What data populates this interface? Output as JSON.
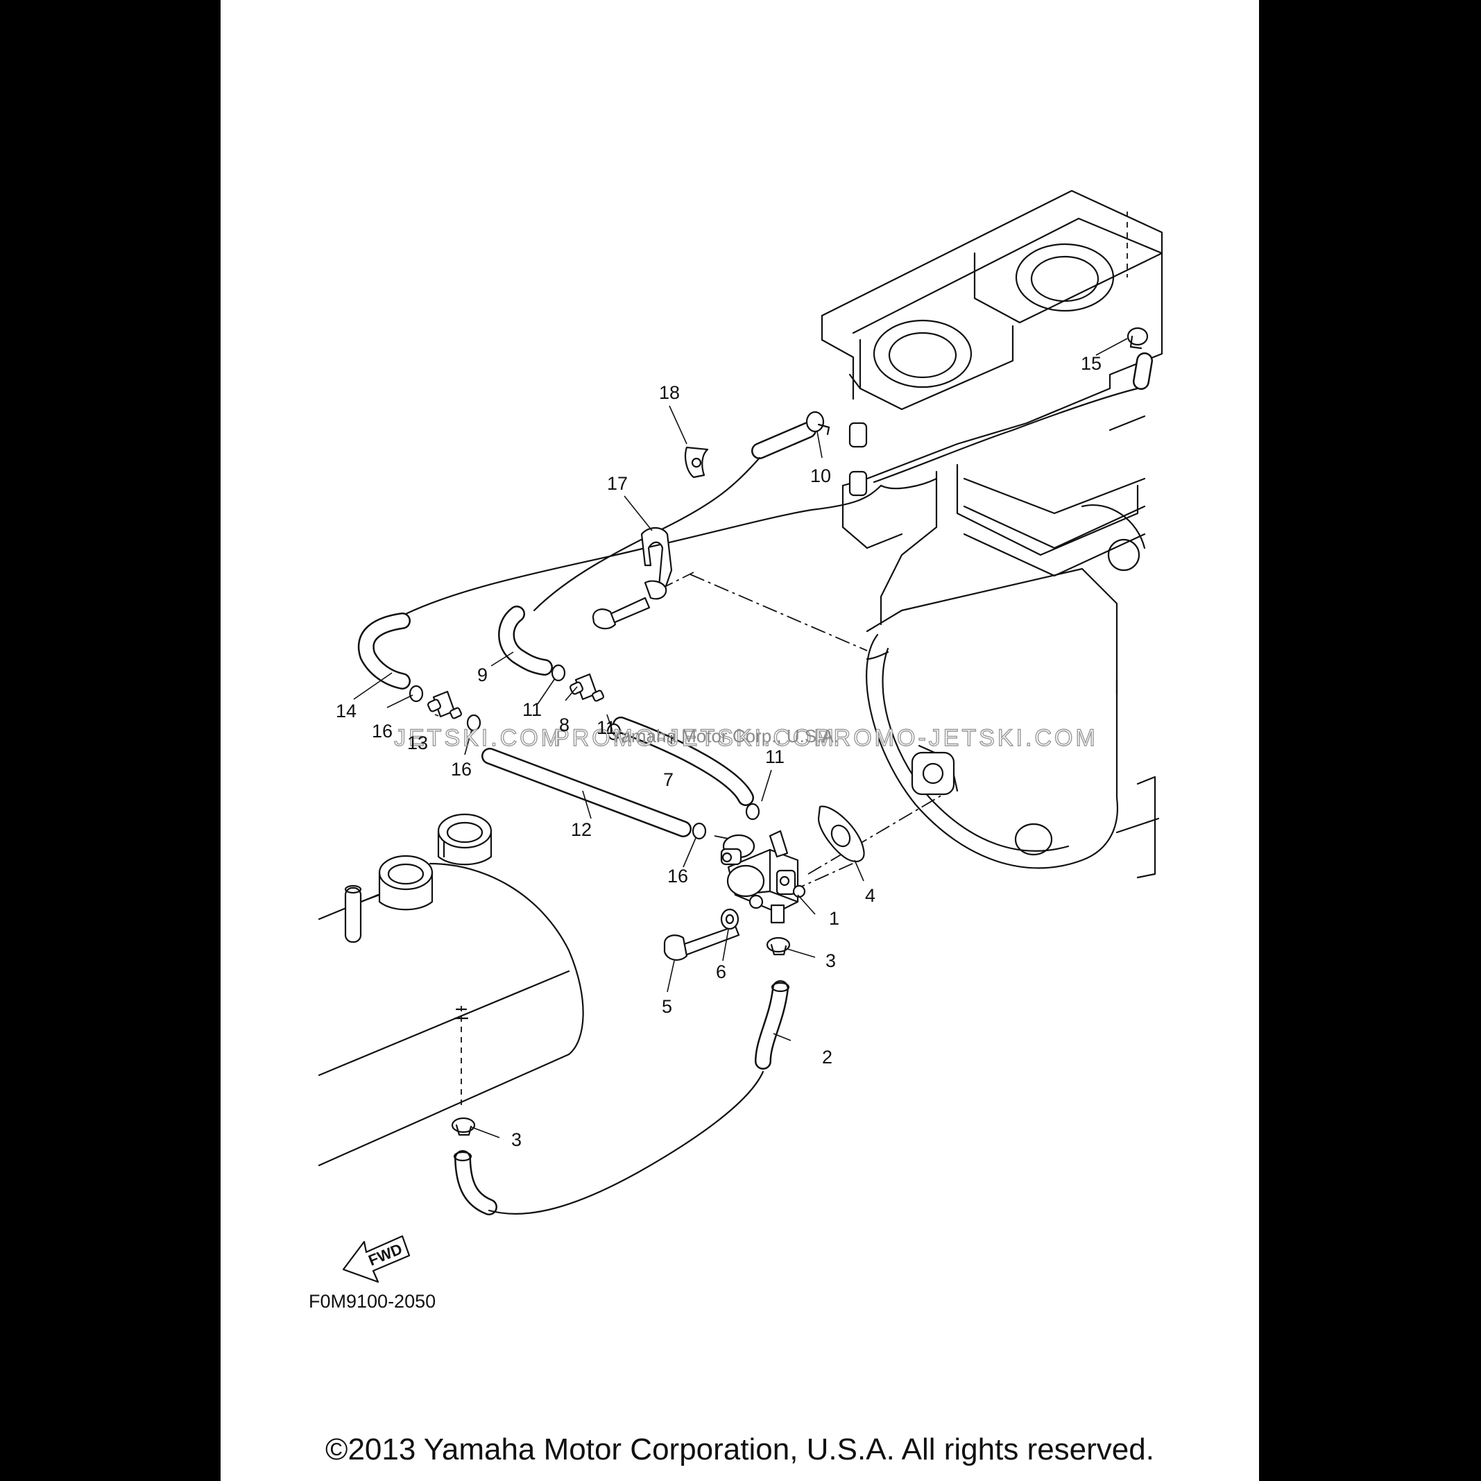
{
  "diagram": {
    "drawing_code": "F0M9100-2050",
    "fwd_label": "FWD",
    "watermark_left": "JETSKI.COM",
    "watermark_center": "PROMO-JETSKI.COM",
    "watermark_right": "PROMO-JETSKI.COM",
    "overlay_text": "Yamaha Motor Corp., U.S.A.",
    "callouts": {
      "c1": "1",
      "c2": "2",
      "c3a": "3",
      "c3b": "3",
      "c4": "4",
      "c5": "5",
      "c6": "6",
      "c7": "7",
      "c8": "8",
      "c9": "9",
      "c10": "10",
      "c11a": "11",
      "c11b": "11",
      "c11c": "11",
      "c12": "12",
      "c13": "13",
      "c14": "14",
      "c15": "15",
      "c16a": "16",
      "c16b": "16",
      "c16c": "16",
      "c17": "17",
      "c18": "18"
    }
  },
  "footer": {
    "copyright": "©2013 Yamaha Motor Corporation, U.S.A. All rights reserved."
  }
}
